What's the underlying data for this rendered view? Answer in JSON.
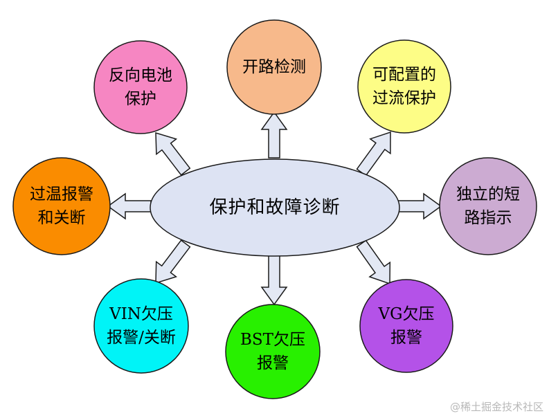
{
  "diagram": {
    "center": {
      "label": "保护和故障诊断",
      "fill": "#dde3f3"
    },
    "nodes": [
      {
        "id": "reverse-battery",
        "label": "反向电池\n保护",
        "fill": "#f686c2"
      },
      {
        "id": "open-circuit",
        "label": "开路检测",
        "fill": "#f7b98b"
      },
      {
        "id": "overcurrent",
        "label": "可配置的\n过流保护",
        "fill": "#fdfd86"
      },
      {
        "id": "over-temp",
        "label": "过温报警\n和关断",
        "fill": "#fa8c00"
      },
      {
        "id": "short-indicator",
        "label": "独立的短\n路指示",
        "fill": "#ccabd2"
      },
      {
        "id": "vin-undervoltage",
        "label": "VIN欠压\n报警/关断",
        "fill": "#00f4f7"
      },
      {
        "id": "bst-undervoltage",
        "label": "BST欠压\n报警",
        "fill": "#28f000"
      },
      {
        "id": "vg-undervoltage",
        "label": "VG欠压\n报警",
        "fill": "#b452e8"
      }
    ],
    "arrow_fill": "#e3e8f4",
    "stroke": "#1a1a1a"
  },
  "watermark": "@稀土掘金技术社区"
}
